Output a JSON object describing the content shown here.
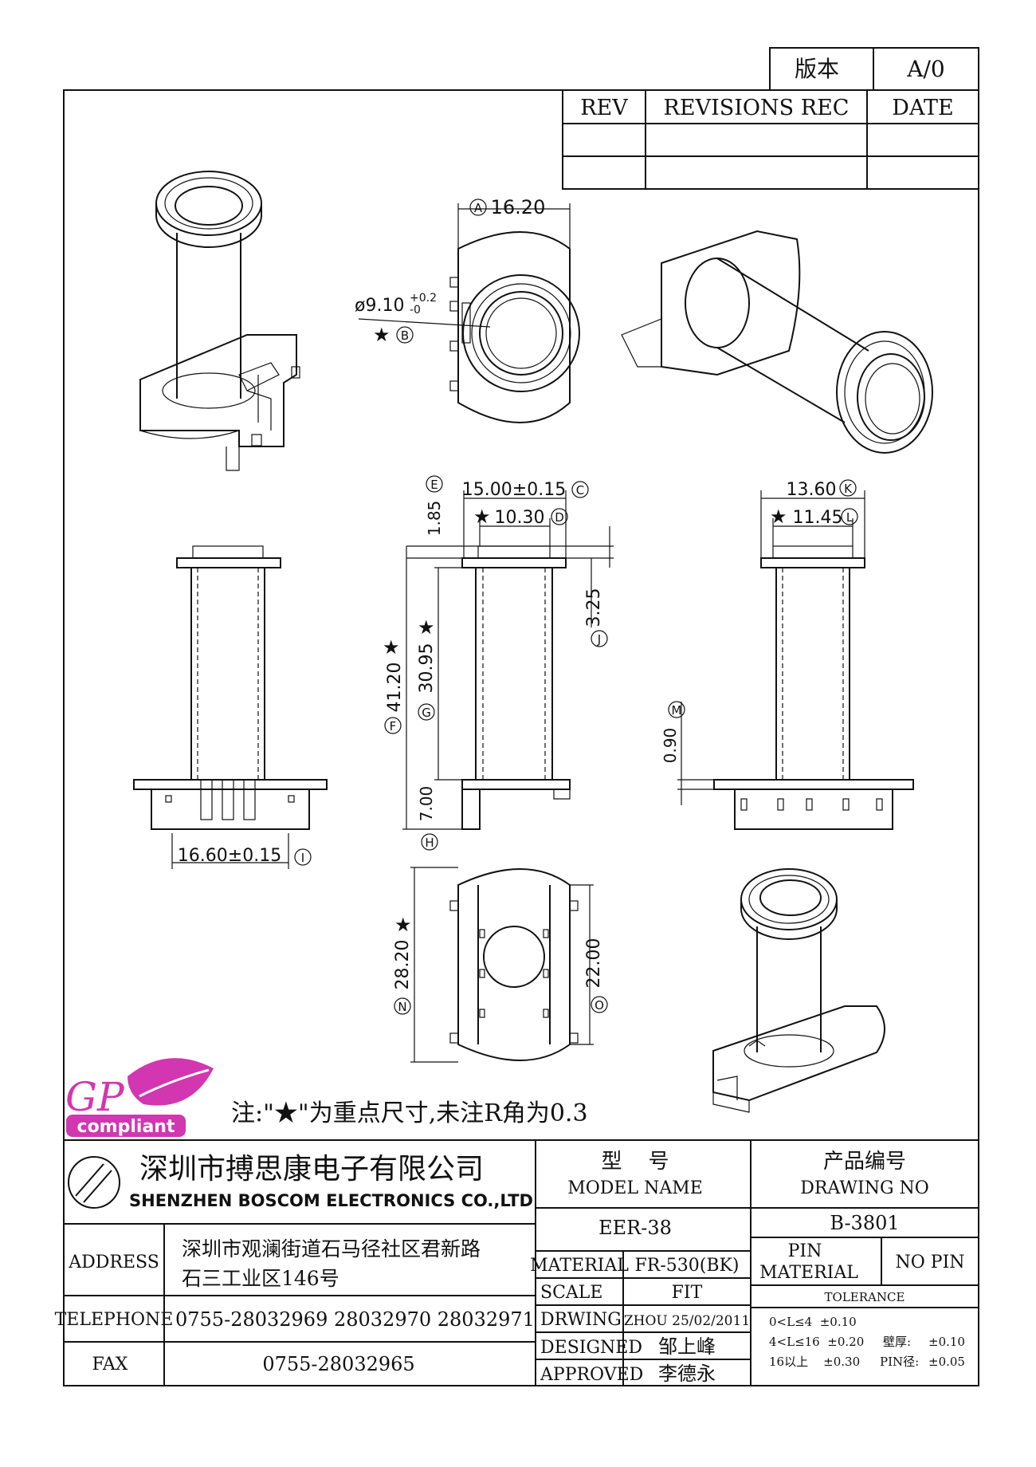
{
  "version_block": {
    "label": "版本",
    "value": "A/0"
  },
  "revision_table": {
    "rev": "REV",
    "revisions": "REVISIONS REC",
    "date": "DATE"
  },
  "dimensions": {
    "a": "16.20",
    "b_main": "ø9.10",
    "b_tol_plus": "+0.2",
    "b_tol_minus": "-0",
    "c": "15.00±0.15",
    "d": "10.30",
    "e": "1.85",
    "f": "41.20",
    "g": "30.95",
    "h": "7.00",
    "i": "16.60±0.15",
    "j": "3.25",
    "k": "13.60",
    "l": "11.45",
    "m": "0.90",
    "n": "28.20",
    "o": "22.00"
  },
  "circle_labels": {
    "a": "A",
    "b": "B",
    "c": "C",
    "d": "D",
    "e": "E",
    "f": "F",
    "g": "G",
    "h": "H",
    "i": "I",
    "j": "J",
    "k": "K",
    "l": "L",
    "m": "M",
    "n": "N",
    "o": "O"
  },
  "star": "★",
  "logo": {
    "gp": "GP",
    "compliant": "compliant"
  },
  "note": "注:\"★\"为重点尺寸,未注R角为0.3",
  "company": {
    "name_cn": "深圳市搏思康电子有限公司",
    "name_en": "SHENZHEN BOSCOM ELECTRONICS CO.,LTD",
    "address_label": "ADDRESS",
    "address_line1": "深圳市观澜街道石马径社区君新路",
    "address_line2": "石三工业区146号",
    "telephone_label": "TELEPHONE",
    "telephone": "0755-28032969 28032970 28032971",
    "fax_label": "FAX",
    "fax": "0755-28032965"
  },
  "title_block": {
    "model_cn": "型    号",
    "model_en": "MODEL NAME",
    "model_value": "EER-38",
    "drawing_cn": "产品编号",
    "drawing_en": "DRAWING NO",
    "drawing_value": "B-3801",
    "material_label": "MATERIAL",
    "material_value": "FR-530(BK)",
    "scale_label": "SCALE",
    "scale_value": "FIT",
    "drwing_label": "DRWING",
    "drwing_value": "ZHOU 25/02/2011",
    "designed_label": "DESIGNED",
    "designed_value": "邹上峰",
    "approved_label": "APPROVED",
    "approved_value": "李德永",
    "pin_label": "PIN",
    "pin_material_label": "MATERIAL",
    "pin_value": "NO PIN",
    "tolerance_label": "TOLERANCE",
    "tol_row1": "0<L≤4  ±0.10",
    "tol_row2": "4<L≤16  ±0.20",
    "tol_row3": "16以上    ±0.30",
    "wall_label": "壁厚:",
    "wall_value": "±0.10",
    "pin_dia_label": "PIN径:",
    "pin_dia_value": "±0.05"
  }
}
